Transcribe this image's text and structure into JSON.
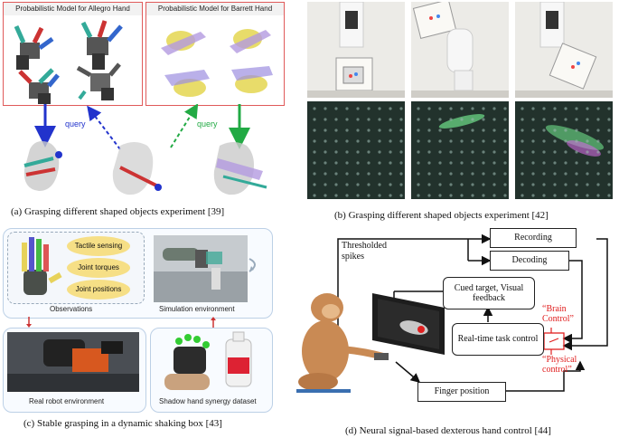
{
  "panel_a": {
    "title_left": "Probabilistic Model for Allegro Hand",
    "title_right": "Probabilistic Model for Barrett Hand",
    "query_left": "query",
    "query_right": "query",
    "caption": "(a) Grasping different shaped objects experiment [39]"
  },
  "panel_b": {
    "caption": "(b) Grasping different shaped objects experiment [42]"
  },
  "panel_c": {
    "ovals": [
      "Tactile sensing",
      "Joint torques",
      "Joint positions"
    ],
    "observations": "Observations",
    "simulation": "Simulation environment",
    "real_robot": "Real robot environment",
    "shadow_dataset": "Shadow hand synergy dataset",
    "caption": "(c) Stable grasping in a dynamic shaking box [43]"
  },
  "panel_d": {
    "thresholded": "Thresholded spikes",
    "recording": "Recording",
    "decoding": "Decoding",
    "cued_target": "Cued target, Visual feedback",
    "realtime": "Real-time task control",
    "brain_control": "“Brain Control”",
    "physical_control": "“Physical control”",
    "finger_position": "Finger position",
    "caption": "(d) Neural signal-based dexterous hand control [44]"
  }
}
